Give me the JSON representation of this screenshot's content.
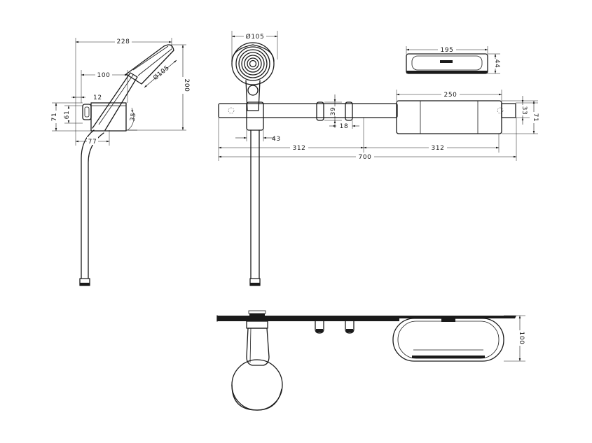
{
  "dimensions": {
    "left_total_width": "228",
    "left_mount_width": "100",
    "left_head_diameter": "Ø105",
    "left_height": "200",
    "left_offset": "12",
    "left_71": "71",
    "left_61": "61",
    "left_depth": "77",
    "left_angle": "35°",
    "head_diameter_top": "Ø105",
    "rail_spacing_left": "312",
    "rail_spacing_right": "312",
    "rail_total_length": "700",
    "slider_offset": "43",
    "holder_height": "39",
    "holder_gap": "18",
    "shelf_length": "250",
    "shelf_height_33": "33",
    "shelf_height_71": "71",
    "shelf_top_width": "195",
    "shelf_top_depth": "44",
    "shelf_depth": "100"
  }
}
